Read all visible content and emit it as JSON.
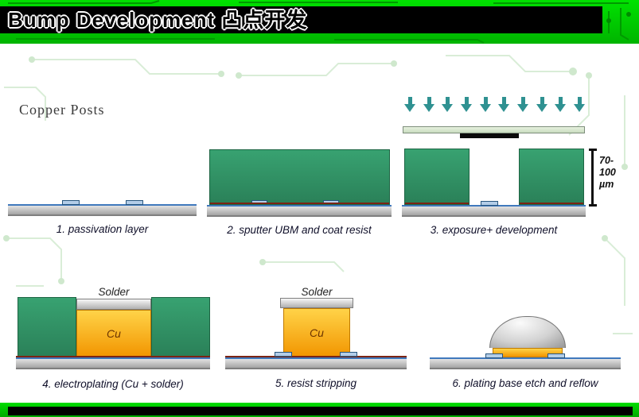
{
  "header": {
    "title": "Bump Development 凸点开发"
  },
  "content": {
    "section_label": "Copper Posts",
    "steps": [
      {
        "caption": "1. passivation layer"
      },
      {
        "caption": "2. sputter UBM and coat resist"
      },
      {
        "caption": "3. exposure+ development",
        "dimension_line1": "70-",
        "dimension_line2": "100 µm"
      },
      {
        "caption": "4. electroplating (Cu + solder)",
        "solder": "Solder",
        "cu": "Cu"
      },
      {
        "caption": "5. resist stripping",
        "solder": "Solder",
        "cu": "Cu"
      },
      {
        "caption": "6. plating base etch and reflow"
      }
    ]
  },
  "colors": {
    "header_green": "#00cc00",
    "resist_green": "#2f9468",
    "copper_orange": "#f5a623",
    "solder_gray": "#c8c8c8",
    "arrow_teal": "#2f9191",
    "substrate_blue_line": "#4079bd"
  }
}
